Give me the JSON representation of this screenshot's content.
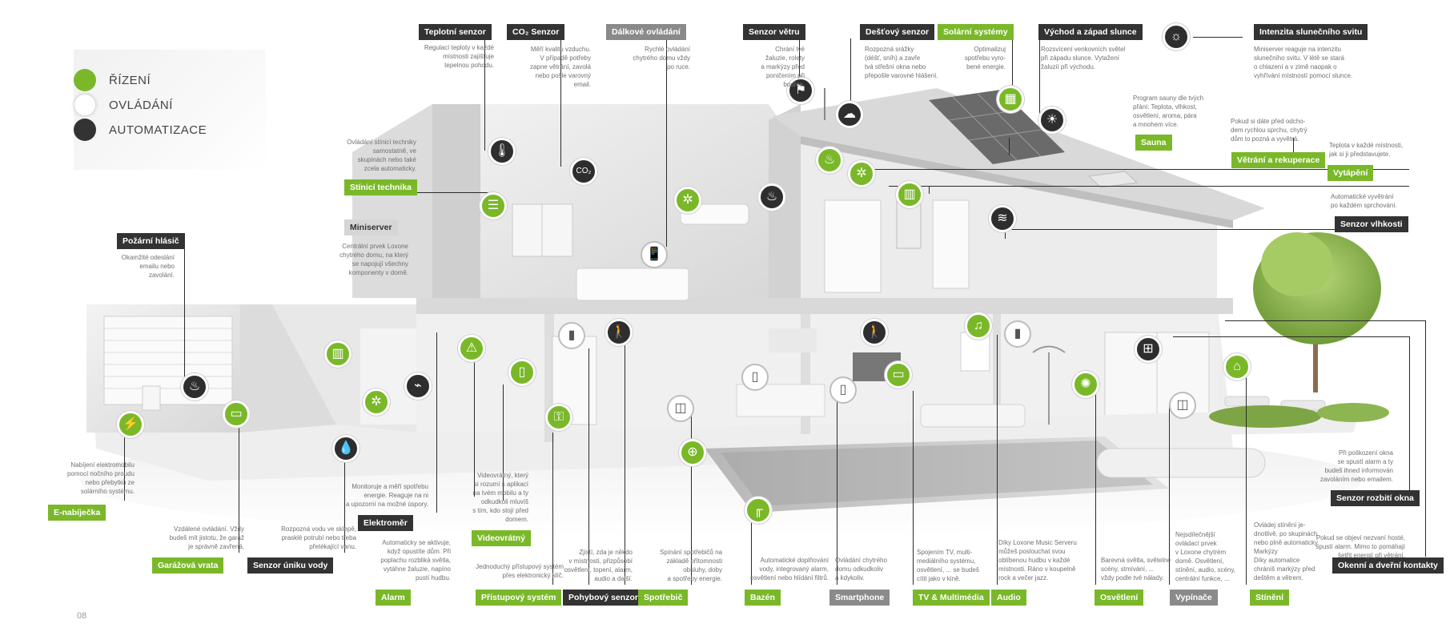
{
  "legend": [
    {
      "label": "ŘÍZENÍ",
      "color": "#7ab829"
    },
    {
      "label": "OVLÁDÁNÍ",
      "color": "#ffffff"
    },
    {
      "label": "AUTOMATIZACE",
      "color": "#333333"
    }
  ],
  "colors": {
    "green": "#7ab829",
    "dark": "#333333",
    "gray": "#8a8a8a",
    "light": "#d6d6d6",
    "house": "#e4e4e4"
  },
  "page_number": "08",
  "labels": [
    {
      "id": "teplotni-senzor",
      "text": "Teplotní senzor",
      "style": "dark"
    },
    {
      "id": "co2-senzor",
      "text": "CO₂ Senzor",
      "style": "dark"
    },
    {
      "id": "dalkove-ovladani",
      "text": "Dálkové ovládání",
      "style": "gray"
    },
    {
      "id": "senzor-vetru",
      "text": "Senzor větru",
      "style": "dark"
    },
    {
      "id": "destovy-senzor",
      "text": "Dešťový senzor",
      "style": "dark"
    },
    {
      "id": "solarni-systemy",
      "text": "Solární systémy",
      "style": "green"
    },
    {
      "id": "vychod-zapad",
      "text": "Východ a západ slunce",
      "style": "dark"
    },
    {
      "id": "intenzita",
      "text": "Intenzita slunečního svitu",
      "style": "dark"
    },
    {
      "id": "stinici-technika",
      "text": "Stínicí technika",
      "style": "green"
    },
    {
      "id": "miniserver",
      "text": "Miniserver",
      "style": "light"
    },
    {
      "id": "pozarni-hlasic",
      "text": "Požární hlásič",
      "style": "dark"
    },
    {
      "id": "sauna",
      "text": "Sauna",
      "style": "green"
    },
    {
      "id": "vetrani",
      "text": "Větrání a rekuperace",
      "style": "green"
    },
    {
      "id": "vytapeni",
      "text": "Vytápění",
      "style": "green"
    },
    {
      "id": "senzor-vlhkosti",
      "text": "Senzor vlhkosti",
      "style": "dark"
    },
    {
      "id": "e-nabijecka",
      "text": "E-nabíječka",
      "style": "green"
    },
    {
      "id": "garazova-vrata",
      "text": "Garážová vrata",
      "style": "green"
    },
    {
      "id": "senzor-uniku-vody",
      "text": "Senzor úniku vody",
      "style": "dark"
    },
    {
      "id": "elektromer",
      "text": "Elektroměr",
      "style": "dark"
    },
    {
      "id": "videovratny",
      "text": "Videovrátný",
      "style": "green"
    },
    {
      "id": "alarm",
      "text": "Alarm",
      "style": "green"
    },
    {
      "id": "pristupovy-system",
      "text": "Přístupový systém",
      "style": "green"
    },
    {
      "id": "pohybovy-senzor",
      "text": "Pohybový senzor",
      "style": "dark"
    },
    {
      "id": "spotrebic",
      "text": "Spotřebič",
      "style": "green"
    },
    {
      "id": "bazen",
      "text": "Bazén",
      "style": "green"
    },
    {
      "id": "smartphone",
      "text": "Smartphone",
      "style": "gray"
    },
    {
      "id": "tv-multimedia",
      "text": "TV & Multimédia",
      "style": "green"
    },
    {
      "id": "audio",
      "text": "Audio",
      "style": "green"
    },
    {
      "id": "osvetleni",
      "text": "Osvětlení",
      "style": "green"
    },
    {
      "id": "vypinace",
      "text": "Vypínače",
      "style": "gray"
    },
    {
      "id": "stineni",
      "text": "Stínění",
      "style": "green"
    },
    {
      "id": "senzor-rozbiti",
      "text": "Senzor rozbití okna",
      "style": "dark"
    },
    {
      "id": "okenni-kontakty",
      "text": "Okenní a dveřní kontakty",
      "style": "dark"
    }
  ],
  "descriptions": [
    {
      "id": "teplotni-senzor",
      "text": "Regulací teploty v každé\nmístnosti zajišťuje\ntepelnou pohodu."
    },
    {
      "id": "co2-senzor",
      "text": "Měří kvalitu vzduchu.\nV případě potřeby\nzapne větrání, zavolá\nnebo pošle varovný\nemail."
    },
    {
      "id": "dalkove-ovladani",
      "text": "Rychlé ovládání\nchytrého domu vždy\npo ruce."
    },
    {
      "id": "senzor-vetru",
      "text": "Chrání tvé\nžaluzie, rolety\na markýzy před\nponičením při\nbouřce."
    },
    {
      "id": "destovy-senzor",
      "text": "Rozpozná srážky\n(déšť, sníh) a zavře\ntvá střešní okna nebo\npřepošle varovné hlášení."
    },
    {
      "id": "solarni-systemy",
      "text": "Optimalizuj\nspotřebu vyro-\nbené energie."
    },
    {
      "id": "vychod-zapad",
      "text": "Rozsvícení venkovních světel\npři západu slunce. Vytažení\nžaluzií při východu."
    },
    {
      "id": "intenzita",
      "text": "Miniserver reaguje na intenzitu\nslunečního svitu. V létě se stará\no chlazení a v zimě naopak o\nvyhřívání místností pomocí slunce."
    },
    {
      "id": "stinici-technika",
      "text": "Ovládání stínicí techniky\nsamostatně, ve\nskupinách nebo také\nzcela automaticky."
    },
    {
      "id": "miniserver",
      "text": "Centrální prvek Loxone\nchytrého domu, na který\nse napojují všechny\nkomponenty v domě."
    },
    {
      "id": "pozarni-hlasic",
      "text": "Okamžité odeslání\nemailu nebo zavolání."
    },
    {
      "id": "sauna",
      "text": "Program sauny dle tvých\npřání: Teplota, vlhkost,\nosvětlení, aroma, pára\na mnohem více."
    },
    {
      "id": "vetrani",
      "text": "Pokud si dáte před odcho-\ndem rychlou sprchu, chytrý\ndům to pozná a vyvětrá."
    },
    {
      "id": "vytapeni",
      "text": "Teplota v každé místnosti,\njak si ji představujete."
    },
    {
      "id": "senzor-vlhkosti",
      "text": "Automatické vyvětrání\npo každém sprchování."
    },
    {
      "id": "e-nabijecka",
      "text": "Nabíjení elektromobilu\npomocí nočního proudu\nnebo přebytků ze\nsolárního systému."
    },
    {
      "id": "garazova-vrata",
      "text": "Vzdálené ovládání. Vždy\nbudeš mít jistotu, že garáž\nje správně zavřená."
    },
    {
      "id": "senzor-uniku-vody",
      "text": "Rozpozná vodu ve sklepě,\nprasklé potrubí nebo třeba\npřetékající vanu."
    },
    {
      "id": "elektromer",
      "text": "Monitoruje a měří spotřebu\nenergie. Reaguje na ni\na upozorní na možné úspory."
    },
    {
      "id": "videovratny",
      "text": "Videovrátný, který\nsi rozumí s aplikací\nna tvém mobilu a ty\nodkudkoli mluvíš\ns tím, kdo stojí před\ndomem."
    },
    {
      "id": "alarm",
      "text": "Automaticky se aktivuje,\nkdyž opustíte dům. Při\npoplachu rozbliká světla,\nvytáhne žaluzie, napíno\npustí hudbu."
    },
    {
      "id": "pristupovy-system",
      "text": "Jednoduchý přístupový systém\npřes elektronický klíč."
    },
    {
      "id": "pohybovy-senzor",
      "text": "Zjistí, zda je někdo\nv místnosti, přizpůsobí\nosvětlení, topení, alarm,\naudio a další."
    },
    {
      "id": "spotrebic",
      "text": "Spínání spotřebičů na\nzákladě přítomnosti\nobsluhy, doby\na spotřeby energie."
    },
    {
      "id": "bazen",
      "text": "Automatické doplňování\nvody, integrovaný alarm,\nosvětlení nebo hlídání filtrů."
    },
    {
      "id": "smartphone",
      "text": "Ovládání chytrého\ndomu odkudkoliv\na kdykoliv."
    },
    {
      "id": "tv-multimedia",
      "text": "Spojením TV, multi-\nmediálního systému,\nosvětlení, ... se budeš\ncítit jako v kině."
    },
    {
      "id": "audio",
      "text": "Díky Loxone Music Serveru\nmůžeš poslouchat svou\noblíbenou hudbu v každé\nmístnosti. Ráno v koupelně\nrock a večer jazz."
    },
    {
      "id": "osvetleni",
      "text": "Barevná světla, světelné\nscény, stmívání, ...\nvždy podle tvé nálady."
    },
    {
      "id": "vypinace",
      "text": "Nejsdílečnější\novládací prvek\nv Loxone chytrém\ndomě. Osvětlení,\nstínění, audio, scény,\ncentrální funkce, ..."
    },
    {
      "id": "stineni",
      "text": "Ovládej stínění je-\ndnotlivě, po skupinách\nnebo plně automaticky.\nMarkýzy\nDíky automatice\nchráníš markýzy před\ndeštěm a větrem."
    },
    {
      "id": "senzor-rozbiti",
      "text": "Při poškození okna\nse spustí alarm a ty\nbudeš ihned informován\nzavoláním nebo emailem."
    },
    {
      "id": "okenni-kontakty",
      "text": "Pokud se objeví nezvaní hosté,\nspustí alarm. Mimo to pomáhají\nšetřit energií při větrání."
    }
  ],
  "icons": [
    {
      "name": "thermometer-icon",
      "glyph": "🌡",
      "style": "dark"
    },
    {
      "name": "co2-icon",
      "glyph": "CO₂",
      "style": "dark"
    },
    {
      "name": "remote-icon",
      "glyph": "📱",
      "style": "white"
    },
    {
      "name": "wind-icon",
      "glyph": "⚑",
      "style": "dark"
    },
    {
      "name": "rain-cloud-icon",
      "glyph": "☁",
      "style": "dark"
    },
    {
      "name": "solar-panel-icon",
      "glyph": "▦",
      "style": "green"
    },
    {
      "name": "sunrise-icon",
      "glyph": "☀",
      "style": "dark"
    },
    {
      "name": "sun-icon",
      "glyph": "☼",
      "style": "dark"
    },
    {
      "name": "blinds-icon",
      "glyph": "☰",
      "style": "green"
    },
    {
      "name": "fan-icon",
      "glyph": "✲",
      "style": "green"
    },
    {
      "name": "flame-icon",
      "glyph": "♨",
      "style": "dark"
    },
    {
      "name": "sauna-icon",
      "glyph": "♨",
      "style": "green"
    },
    {
      "name": "ventilation-fan-icon",
      "glyph": "✲",
      "style": "green"
    },
    {
      "name": "radiator-icon",
      "glyph": "▥",
      "style": "green"
    },
    {
      "name": "humidity-icon",
      "glyph": "≋",
      "style": "dark"
    },
    {
      "name": "radiator-garage-icon",
      "glyph": "▥",
      "style": "green"
    },
    {
      "name": "fire-alarm-icon",
      "glyph": "♨",
      "style": "dark"
    },
    {
      "name": "ev-charger-icon",
      "glyph": "⚡",
      "style": "green"
    },
    {
      "name": "garage-door-icon",
      "glyph": "▭",
      "style": "green"
    },
    {
      "name": "water-drops-icon",
      "glyph": "💧",
      "style": "dark"
    },
    {
      "name": "basement-fan-icon",
      "glyph": "✲",
      "style": "green"
    },
    {
      "name": "energy-meter-icon",
      "glyph": "⌁",
      "style": "dark"
    },
    {
      "name": "alarm-icon",
      "glyph": "⚠",
      "style": "green"
    },
    {
      "name": "intercom-icon",
      "glyph": "▯",
      "style": "green"
    },
    {
      "name": "key-icon",
      "glyph": "⚿",
      "style": "green"
    },
    {
      "name": "door-contact-icon",
      "glyph": "▮",
      "style": "white"
    },
    {
      "name": "motion-sensor-icon",
      "glyph": "🚶",
      "style": "dark"
    },
    {
      "name": "wall-switch-icon",
      "glyph": "◫",
      "style": "white"
    },
    {
      "name": "socket-icon",
      "glyph": "⊕",
      "style": "green"
    },
    {
      "name": "smartphone-icon",
      "glyph": "▯",
      "style": "white"
    },
    {
      "name": "tablet-icon",
      "glyph": "▯",
      "style": "white"
    },
    {
      "name": "pool-ladder-icon",
      "glyph": "╓",
      "style": "green"
    },
    {
      "name": "tv-icon",
      "glyph": "▭",
      "style": "green"
    },
    {
      "name": "motion-sensor-living-icon",
      "glyph": "🚶",
      "style": "dark"
    },
    {
      "name": "music-note-icon",
      "glyph": "♫",
      "style": "green"
    },
    {
      "name": "speaker-icon",
      "glyph": "▮",
      "style": "white"
    },
    {
      "name": "light-bulb-icon",
      "glyph": "✺",
      "style": "green"
    },
    {
      "name": "window-icon",
      "glyph": "⊞",
      "style": "dark"
    },
    {
      "name": "switch-icon",
      "glyph": "◫",
      "style": "white"
    },
    {
      "name": "awning-icon",
      "glyph": "⌂",
      "style": "green"
    }
  ]
}
